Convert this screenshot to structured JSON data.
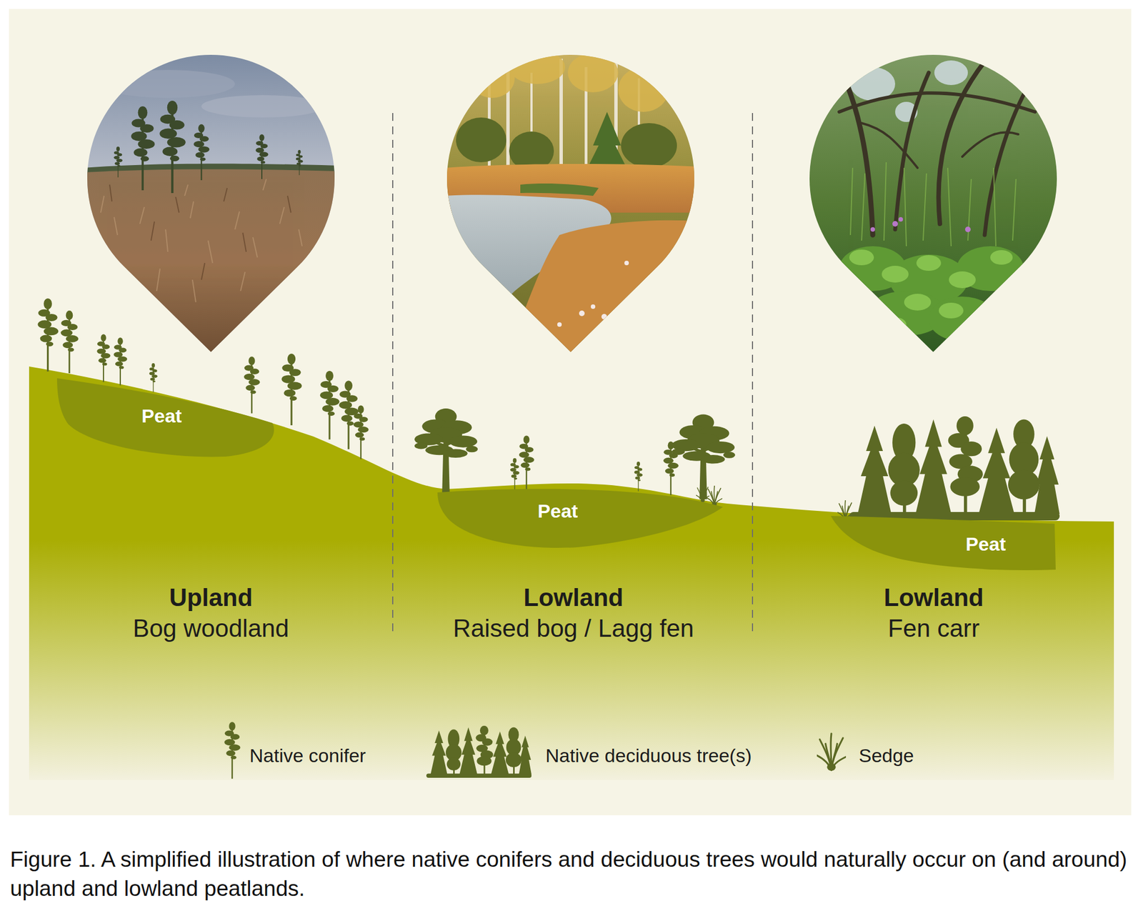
{
  "diagram": {
    "caption": "Figure 1. A simplified illustration of where native conifers and deciduous trees would naturally occur on (and around) upland and lowland peatlands.",
    "nodes": [
      {
        "text": [
          "Peat"
        ]
      },
      {
        "text": [
          "Peat"
        ]
      },
      {
        "text": [
          "Peat"
        ]
      }
    ],
    "labels": [
      "Upland",
      "Bog woodland",
      "Lowland",
      "Raised bog / Lagg fen",
      "Lowland",
      "Fen carr"
    ],
    "legend": [
      {
        "text": "Native conifer"
      },
      {
        "text": "Native deciduous tree(s)"
      },
      {
        "text": "Sedge"
      }
    ]
  }
}
